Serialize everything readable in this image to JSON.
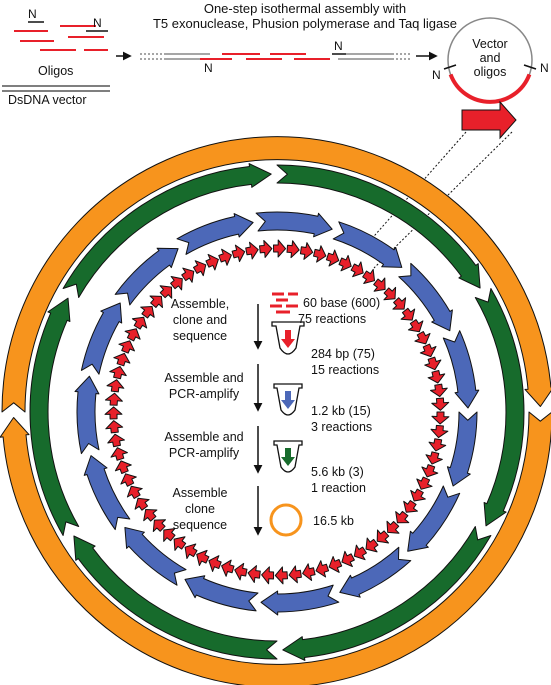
{
  "header": {
    "title_line1": "One-step isothermal assembly with",
    "title_line2": "T5 exonuclease, Phusion polymerase and Taq ligase",
    "oligos_label": "Oligos",
    "vector_label": "DsDNA vector",
    "circle_label_line1": "Vector",
    "circle_label_line2": "and",
    "circle_label_line3": "oligos",
    "end_marker": "N"
  },
  "rings": [
    {
      "name": "orange",
      "count": 2,
      "color": "#F7941D"
    },
    {
      "name": "green",
      "count": 6,
      "color": "#176B2C"
    },
    {
      "name": "blue",
      "count": 15,
      "color": "#4C68B8"
    },
    {
      "name": "red",
      "count": 75,
      "color": "#E8202A"
    }
  ],
  "steps": [
    {
      "action_line1": "Assemble,",
      "action_line2": "clone and",
      "action_line3": "sequence",
      "size": "60 base (600)",
      "reactions": "75 reactions"
    },
    {
      "action_line1": "Assemble and",
      "action_line2": "PCR-amplify",
      "action_line3": "",
      "size": "284 bp (75)",
      "reactions": "15 reactions"
    },
    {
      "action_line1": "Assemble and",
      "action_line2": "PCR-amplify",
      "action_line3": "",
      "size": "1.2 kb (15)",
      "reactions": "3 reactions"
    },
    {
      "action_line1": "Assemble",
      "action_line2": "clone",
      "action_line3": "sequence",
      "size": "5.6 kb (3)",
      "reactions": "1 reaction"
    },
    {
      "action_line1": "",
      "action_line2": "",
      "action_line3": "",
      "size": "16.5 kb",
      "reactions": ""
    }
  ],
  "colors": {
    "red": "#E8202A",
    "blue": "#4C68B8",
    "green": "#176B2C",
    "orange": "#F7941D",
    "line": "#111111",
    "grey": "#888888"
  },
  "icons": [
    "oligo-dashes-icon",
    "tube-red-icon",
    "tube-blue-icon",
    "tube-green-icon",
    "plasmid-circle-icon"
  ]
}
